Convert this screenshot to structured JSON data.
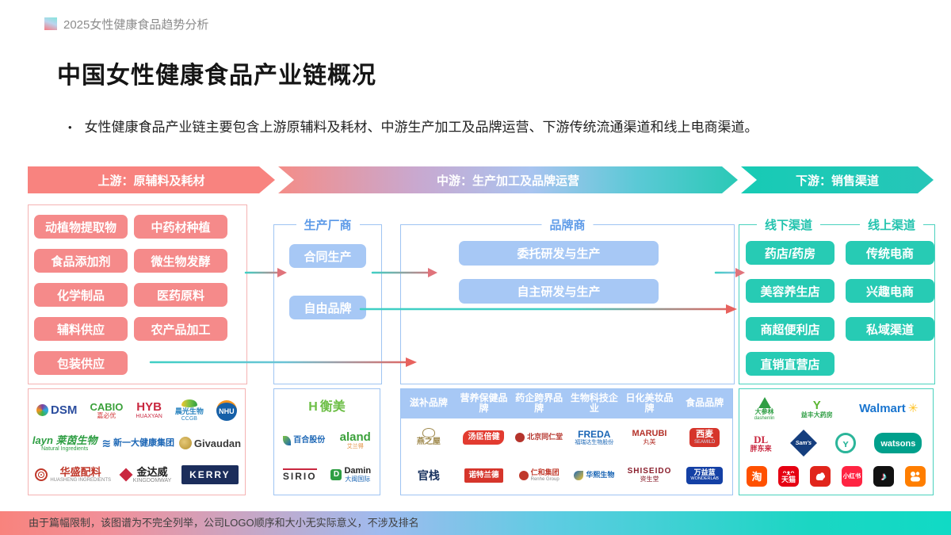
{
  "header": {
    "breadcrumb": "2025女性健康食品趋势分析"
  },
  "title": "中国女性健康食品产业链概况",
  "intro": {
    "bullet": "•",
    "text": "女性健康食品产业链主要包含上游原辅料及耗材、中游生产加工及品牌运营、下游传统流通渠道和线上电商渠道。"
  },
  "banners": {
    "upstream": "上游：原辅料及耗材",
    "midstream": "中游：生产加工及品牌运营",
    "downstream": "下游：销售渠道"
  },
  "upstream": {
    "items": [
      "动植物提取物",
      "中药材种植",
      "食品添加剂",
      "微生物发酵",
      "化学制品",
      "医药原料",
      "辅料供应",
      "农产品加工",
      "包装供应"
    ]
  },
  "producers": {
    "label": "生产厂商",
    "items": [
      "合同生产",
      "自由品牌"
    ]
  },
  "brands": {
    "label": "品牌商",
    "items": [
      "委托研发与生产",
      "自主研发与生产"
    ]
  },
  "channels": {
    "offline_label": "线下渠道",
    "online_label": "线上渠道",
    "offline": [
      "药店/药房",
      "美容养生店",
      "商超便利店",
      "直销直营店"
    ],
    "online": [
      "传统电商",
      "兴趣电商",
      "私域渠道"
    ]
  },
  "brand_categories": [
    "滋补品牌",
    "营养保健品牌",
    "药企跨界品牌",
    "生物科技企业",
    "日化美妆品牌",
    "食品品牌"
  ],
  "logos": {
    "upstream": [
      {
        "text": "DSM"
      },
      {
        "text": "CABIO",
        "sub": "嘉必优"
      },
      {
        "text": "HYB",
        "sub": "HUAXYAN"
      },
      {
        "text": "晨光生物",
        "sub": "CCGB"
      },
      {
        "text": "NHU"
      },
      {
        "text": "layn 莱茵生物",
        "sub": "Natural Ingredients"
      },
      {
        "text": "新一大健康集团"
      },
      {
        "text": "Givaudan"
      },
      {
        "text": "华盛配料",
        "sub": "HUASHENG INGREDIENTS"
      },
      {
        "text": "金达威",
        "sub": "KINGDOMWAY"
      },
      {
        "text": "KERRY"
      }
    ],
    "producers": [
      {
        "text": "衡美"
      },
      {
        "text": "百合股份"
      },
      {
        "text": "aland",
        "sub": "艾兰得"
      },
      {
        "text": "SIRIO"
      },
      {
        "text": "Damin",
        "sub": "大闽国际"
      }
    ],
    "brand_row1": [
      {
        "text": "燕之屋"
      },
      {
        "text": "汤臣倍健"
      },
      {
        "text": "北京同仁堂"
      },
      {
        "text": "FREDA",
        "sub": "福瑞达生物股份"
      },
      {
        "text": "MARUBI",
        "sub": "丸美"
      },
      {
        "text": "西麦",
        "sub": "SEAMILD"
      }
    ],
    "brand_row2": [
      {
        "text": "官栈"
      },
      {
        "text": "诺特兰德"
      },
      {
        "text": "仁和集团",
        "sub": "Renhe Group"
      },
      {
        "text": "华熙生物"
      },
      {
        "text": "SHISEIDO",
        "sub": "资生堂"
      },
      {
        "text": "万益蓝",
        "sub": "WONDERLAB"
      }
    ],
    "channel_row1": [
      {
        "text": "大参林",
        "sub": "dashenlin"
      },
      {
        "text": "益丰大药房"
      },
      {
        "text": "Walmart"
      }
    ],
    "channel_row2": [
      {
        "text": "DL",
        "sub": "胖东来"
      },
      {
        "text": "Sam's"
      },
      {
        "icon": "sprout-circle"
      },
      {
        "text": "watsons"
      }
    ],
    "channel_row3": [
      {
        "text": "淘"
      },
      {
        "text": "天猫"
      },
      {
        "icon": "jd-dog"
      },
      {
        "text": "小红书"
      },
      {
        "icon": "douyin-note"
      },
      {
        "icon": "kuaishou-camera"
      }
    ]
  },
  "footer": {
    "note": "由于篇幅限制，该图谱为不完全列举，公司LOGO顺序和大小无实际意义，不涉及排名"
  },
  "colors": {
    "salmon": "#F58A8A",
    "light_blue": "#A7C8F5",
    "teal": "#27CBB4",
    "arrow_teal": "#3FCFC4",
    "arrow_pink": "#E0737B"
  }
}
